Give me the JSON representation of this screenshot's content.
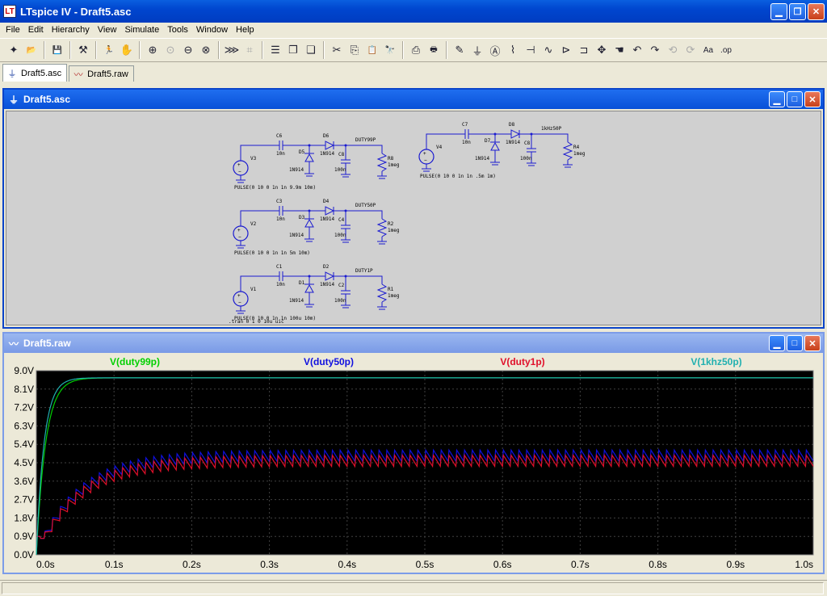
{
  "window": {
    "title": "LTspice IV - Draft5.asc",
    "app_icon": "lt-logo-icon"
  },
  "menu": [
    "File",
    "Edit",
    "Hierarchy",
    "View",
    "Simulate",
    "Tools",
    "Window",
    "Help"
  ],
  "toolbar": {
    "groups": [
      [
        {
          "icon": "new-schematic-icon",
          "g": "✦"
        },
        {
          "icon": "open-icon",
          "g": "📂"
        }
      ],
      [
        {
          "icon": "save-icon",
          "g": "💾"
        }
      ],
      [
        {
          "icon": "control-panel-icon",
          "g": "⚒"
        }
      ],
      [
        {
          "icon": "run-icon",
          "g": "🏃"
        },
        {
          "icon": "halt-icon",
          "g": "✋",
          "dim": true
        }
      ],
      [
        {
          "icon": "zoom-in-icon",
          "g": "⊕"
        },
        {
          "icon": "pan-icon",
          "g": "⊙",
          "dim": true
        },
        {
          "icon": "zoom-out-icon",
          "g": "⊖"
        },
        {
          "icon": "zoom-cancel-icon",
          "g": "⊗"
        }
      ],
      [
        {
          "icon": "autorange-icon",
          "g": "⋙"
        },
        {
          "icon": "trace-icon",
          "g": "⌗",
          "dim": true
        }
      ],
      [
        {
          "icon": "tile-horizontal-icon",
          "g": "☰"
        },
        {
          "icon": "cascade-icon",
          "g": "❐"
        },
        {
          "icon": "tile-vertical-icon",
          "g": "❏"
        }
      ],
      [
        {
          "icon": "cut-icon",
          "g": "✂"
        },
        {
          "icon": "copy-icon",
          "g": "⎘"
        },
        {
          "icon": "paste-icon",
          "g": "📋"
        },
        {
          "icon": "find-icon",
          "g": "🔭"
        }
      ],
      [
        {
          "icon": "print-setup-icon",
          "g": "⎙"
        },
        {
          "icon": "print-icon",
          "g": "🖶"
        }
      ],
      [
        {
          "icon": "wire-icon",
          "g": "✎"
        },
        {
          "icon": "ground-icon",
          "g": "⏚"
        },
        {
          "icon": "label-net-icon",
          "g": "Ⓐ"
        },
        {
          "icon": "resistor-icon",
          "g": "⌇"
        },
        {
          "icon": "capacitor-icon",
          "g": "⊣"
        },
        {
          "icon": "inductor-icon",
          "g": "∿"
        },
        {
          "icon": "diode-icon",
          "g": "⊳"
        },
        {
          "icon": "component-icon",
          "g": "⊐"
        },
        {
          "icon": "move-icon",
          "g": "✥"
        },
        {
          "icon": "drag-icon",
          "g": "☚"
        },
        {
          "icon": "undo-icon",
          "g": "↶"
        },
        {
          "icon": "redo-icon",
          "g": "↷"
        },
        {
          "icon": "rotate-icon",
          "g": "⟲",
          "dim": true
        },
        {
          "icon": "mirror-icon",
          "g": "⟳",
          "dim": true
        },
        {
          "icon": "text-icon",
          "g": "Aa"
        },
        {
          "icon": "spice-directive-icon",
          "g": ".op"
        }
      ]
    ]
  },
  "doc_tabs": [
    {
      "label": "Draft5.asc",
      "icon": "schematic-icon",
      "active": true
    },
    {
      "label": "Draft5.raw",
      "icon": "waveform-icon",
      "active": false
    }
  ],
  "schematic_window": {
    "title": "Draft5.asc",
    "icon": "schematic-icon"
  },
  "schematic": {
    "rows": [
      {
        "c": "C6",
        "c_val": "10n",
        "d_shunt": "D5",
        "d_series": "D6",
        "part": "1N914",
        "cap": "C8",
        "cap_val": "100n",
        "r": "R8",
        "r_val": "1meg",
        "src": "V3",
        "net": "DUTY99P",
        "pulse": "PULSE(0 10 0 1n 1n 9.9m 10m)"
      },
      {
        "c": "C7",
        "c_val": "10n",
        "d_shunt": "D7",
        "d_series": "D8",
        "part": "1N914",
        "cap": "C8",
        "cap_val": "100n",
        "r": "R4",
        "r_val": "1meg",
        "src": "V4",
        "net": "1kHz50P",
        "pulse": "PULSE(0 10 0 1n 1n .5m 1m)"
      },
      {
        "c": "C3",
        "c_val": "10n",
        "d_shunt": "D3",
        "d_series": "D4",
        "part": "1N914",
        "cap": "C4",
        "cap_val": "100n",
        "r": "R2",
        "r_val": "1meg",
        "src": "V2",
        "net": "DUTY50P",
        "pulse": "PULSE(0 10 0 1n 1n 5m 10m)"
      },
      {
        "c": "C1",
        "c_val": "10n",
        "d_shunt": "D1",
        "d_series": "D2",
        "part": "1N914",
        "cap": "C2",
        "cap_val": "100n",
        "r": "R1",
        "r_val": "1meg",
        "src": "V1",
        "net": "DUTY1P",
        "pulse": "PULSE(0 10 0 1n 1n 100u 10m)"
      }
    ],
    "directive": ".tran 0 1 0 10u uic"
  },
  "waveform_window": {
    "title": "Draft5.raw",
    "icon": "waveform-icon"
  },
  "chart_data": {
    "type": "line",
    "x_range": [
      0,
      1.0
    ],
    "y_range": [
      0,
      9.0
    ],
    "x_ticks": [
      "0.0s",
      "0.1s",
      "0.2s",
      "0.3s",
      "0.4s",
      "0.5s",
      "0.6s",
      "0.7s",
      "0.8s",
      "0.9s",
      "1.0s"
    ],
    "y_ticks": [
      "9.0V",
      "8.1V",
      "7.2V",
      "6.3V",
      "5.4V",
      "4.5V",
      "3.6V",
      "2.7V",
      "1.8V",
      "0.9V",
      "0.0V"
    ],
    "grid": true,
    "series": [
      {
        "name": "V(duty99p)",
        "color": "#00d000",
        "steady": 8.65,
        "tau": 0.012,
        "ripple": 0
      },
      {
        "name": "V(duty50p)",
        "color": "#1010e0",
        "steady": 4.85,
        "tau": 0.055,
        "ripple": 0.55
      },
      {
        "name": "V(duty1p)",
        "color": "#e0102a",
        "steady": 4.6,
        "tau": 0.055,
        "ripple": 0.55
      },
      {
        "name": "V(1khz50p)",
        "color": "#20b0b0",
        "steady": 8.65,
        "tau": 0.01,
        "ripple": 0
      }
    ]
  }
}
